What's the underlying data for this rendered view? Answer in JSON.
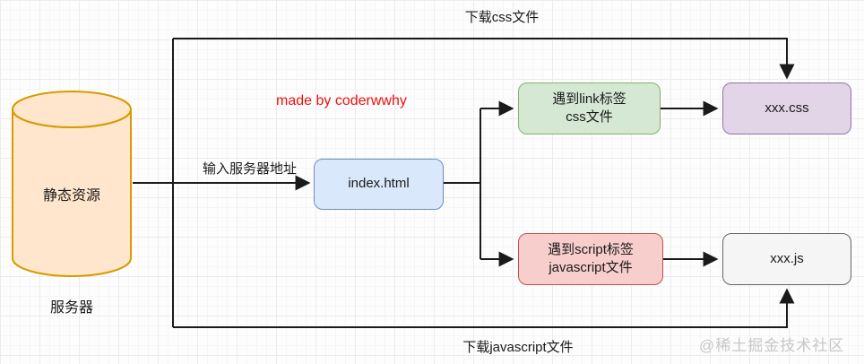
{
  "diagram": {
    "nodes": {
      "server_db": {
        "label": "静态资源"
      },
      "server_caption": "服务器",
      "index_html": {
        "label": "index.html"
      },
      "link_tag": {
        "line1": "遇到link标签",
        "line2": "css文件"
      },
      "script_tag": {
        "line1": "遇到script标签",
        "line2": "javascript文件"
      },
      "css_file": {
        "label": "xxx.css"
      },
      "js_file": {
        "label": "xxx.js"
      }
    },
    "edge_labels": {
      "download_css": "下载css文件",
      "input_server_address": "输入服务器地址",
      "download_js": "下载javascript文件"
    },
    "annotations": {
      "credit": "made by coderwwhy",
      "watermark": "@稀土掘金技术社区"
    },
    "colors": {
      "cylinder_fill": "#FFE6CC",
      "cylinder_stroke": "#D79B00",
      "index_fill": "#DAE8FC",
      "index_stroke": "#6C8EBF",
      "link_fill": "#D5E8D4",
      "link_stroke": "#82B366",
      "script_fill": "#F8CECC",
      "script_stroke": "#B85450",
      "css_fill": "#E1D5E7",
      "css_stroke": "#9673A6",
      "js_fill": "#F5F5F5",
      "js_stroke": "#666666",
      "connector": "#1A1A1A",
      "credit_text": "#F01010"
    }
  }
}
